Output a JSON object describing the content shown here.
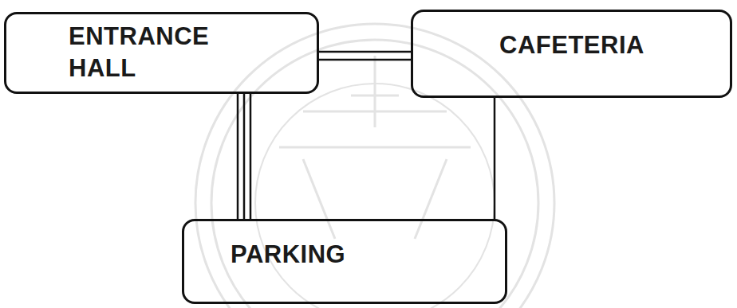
{
  "diagram": {
    "nodes": [
      {
        "text": [
          "ENTRANCE HALL"
        ]
      },
      {
        "text": [
          "CAFETERIA"
        ]
      },
      {
        "text": [
          "PARKING"
        ]
      }
    ],
    "edges": [
      {
        "from": 0,
        "to": 1,
        "arrow": "none"
      },
      {
        "from": 0,
        "to": 2,
        "arrow": "none"
      },
      {
        "from": 1,
        "to": 2,
        "arrow": "none"
      }
    ]
  }
}
